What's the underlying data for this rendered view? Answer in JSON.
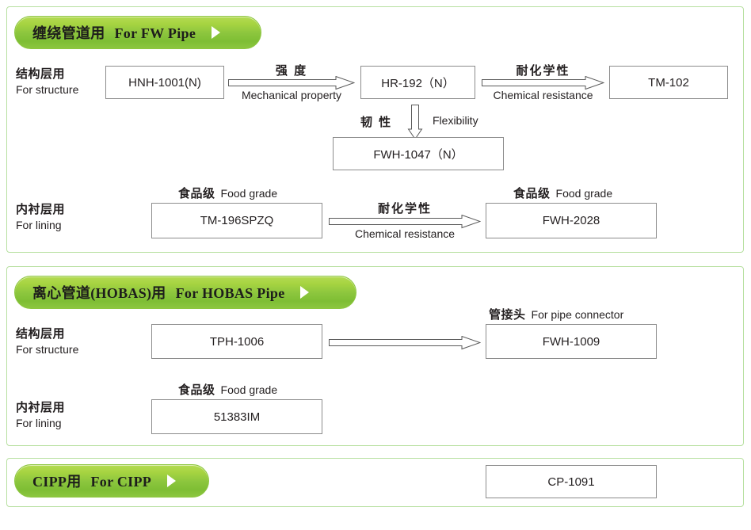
{
  "sections": [
    {
      "id": "fw",
      "pill": {
        "cn": "缠绕管道用",
        "en": "For FW Pipe",
        "arrow_icon": "triangle-right-icon"
      },
      "rows": [
        {
          "cn": "结构层用",
          "en": "For structure"
        },
        {
          "cn": "内衬层用",
          "en": "For lining"
        }
      ],
      "boxes": {
        "hnh1001": "HNH-1001(N)",
        "hr192": "HR-192（N）",
        "tm102": "TM-102",
        "fwh1047": "FWH-1047（N）",
        "tm196": "TM-196SPZQ",
        "fwh2028": "FWH-2028"
      },
      "captions": {
        "tm196": {
          "cn": "食品级",
          "en": "Food grade"
        },
        "fwh2028": {
          "cn": "食品级",
          "en": "Food grade"
        }
      },
      "arrows": {
        "mechanical": {
          "cn": "强 度",
          "en": "Mechanical property"
        },
        "chemical_top": {
          "cn": "耐化学性",
          "en": "Chemical resistance"
        },
        "flexibility": {
          "cn": "韧 性",
          "en": "Flexibility"
        },
        "chemical_lining": {
          "cn": "耐化学性",
          "en": "Chemical resistance"
        }
      }
    },
    {
      "id": "hobas",
      "pill": {
        "cn": "离心管道(HOBAS)用",
        "en": "For HOBAS Pipe",
        "arrow_icon": "triangle-right-icon"
      },
      "rows": [
        {
          "cn": "结构层用",
          "en": "For structure"
        },
        {
          "cn": "内衬层用",
          "en": "For lining"
        }
      ],
      "boxes": {
        "tph1006": "TPH-1006",
        "fwh1009": "FWH-1009",
        "m51383": "51383IM"
      },
      "captions": {
        "fwh1009": {
          "cn": "管接头",
          "en": "For pipe connector"
        },
        "m51383": {
          "cn": "食品级",
          "en": "Food grade"
        }
      }
    },
    {
      "id": "cipp",
      "pill": {
        "cn": "CIPP用",
        "en": "For CIPP",
        "arrow_icon": "triangle-right-icon"
      },
      "boxes": {
        "cp1091": "CP-1091"
      }
    }
  ],
  "colors": {
    "pill_light": "#b4db53",
    "pill_dark": "#7ebe34",
    "panel_border": "#b7e0a0",
    "box_border": "#8c8c8c",
    "text": "#231f20"
  }
}
